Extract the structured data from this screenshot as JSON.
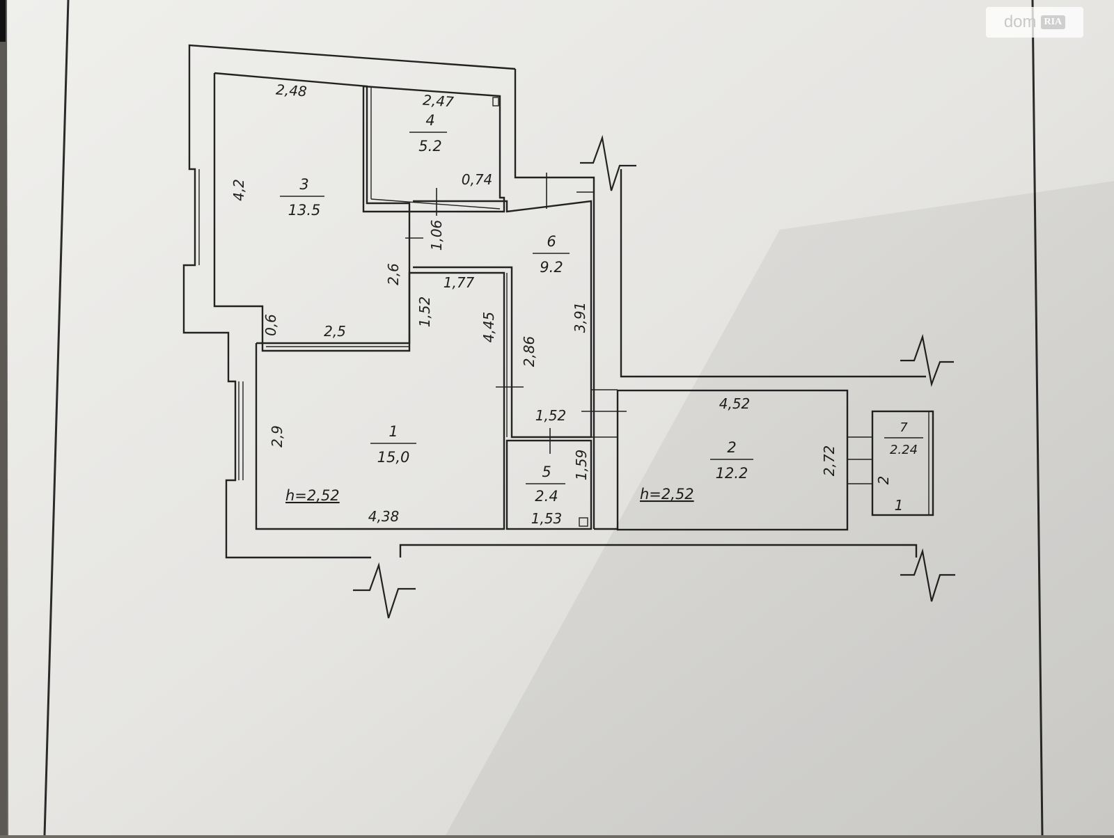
{
  "watermark": {
    "brand": "dom",
    "sub": "RIA"
  },
  "rooms": [
    {
      "id": "1",
      "number": "1",
      "area": "15,0"
    },
    {
      "id": "2",
      "number": "2",
      "area": "12.2"
    },
    {
      "id": "3",
      "number": "3",
      "area": "13.5"
    },
    {
      "id": "4",
      "number": "4",
      "area": "5.2"
    },
    {
      "id": "5",
      "number": "5",
      "area": "2.4"
    },
    {
      "id": "6",
      "number": "6",
      "area": "9.2"
    },
    {
      "id": "7",
      "number": "7",
      "area": "2.24"
    }
  ],
  "heights": [
    "h=2,52",
    "h=2,52"
  ],
  "dimensions": {
    "r3_top": "2,48",
    "r4_top": "2,47",
    "r3_left": "4,2",
    "r4_right": "0,74",
    "corridor_v": "1,06",
    "r3_notch": "2,6",
    "r6_inner_top": "1,77",
    "r3_bottom_left": "0,6",
    "r3_bottom": "2,5",
    "r1_inner": "1,52",
    "r1_right": "4,45",
    "r6_mid": "2,86",
    "r6_right": "3,91",
    "r5_top": "1,52",
    "r5_right": "1,59",
    "r5_bottom": "1,53",
    "r1_left": "2,9",
    "r1_bottom": "4,38",
    "r2_top": "4,52",
    "r2_right": "2,72",
    "r7_side": "2",
    "r7_bottom": "1"
  }
}
